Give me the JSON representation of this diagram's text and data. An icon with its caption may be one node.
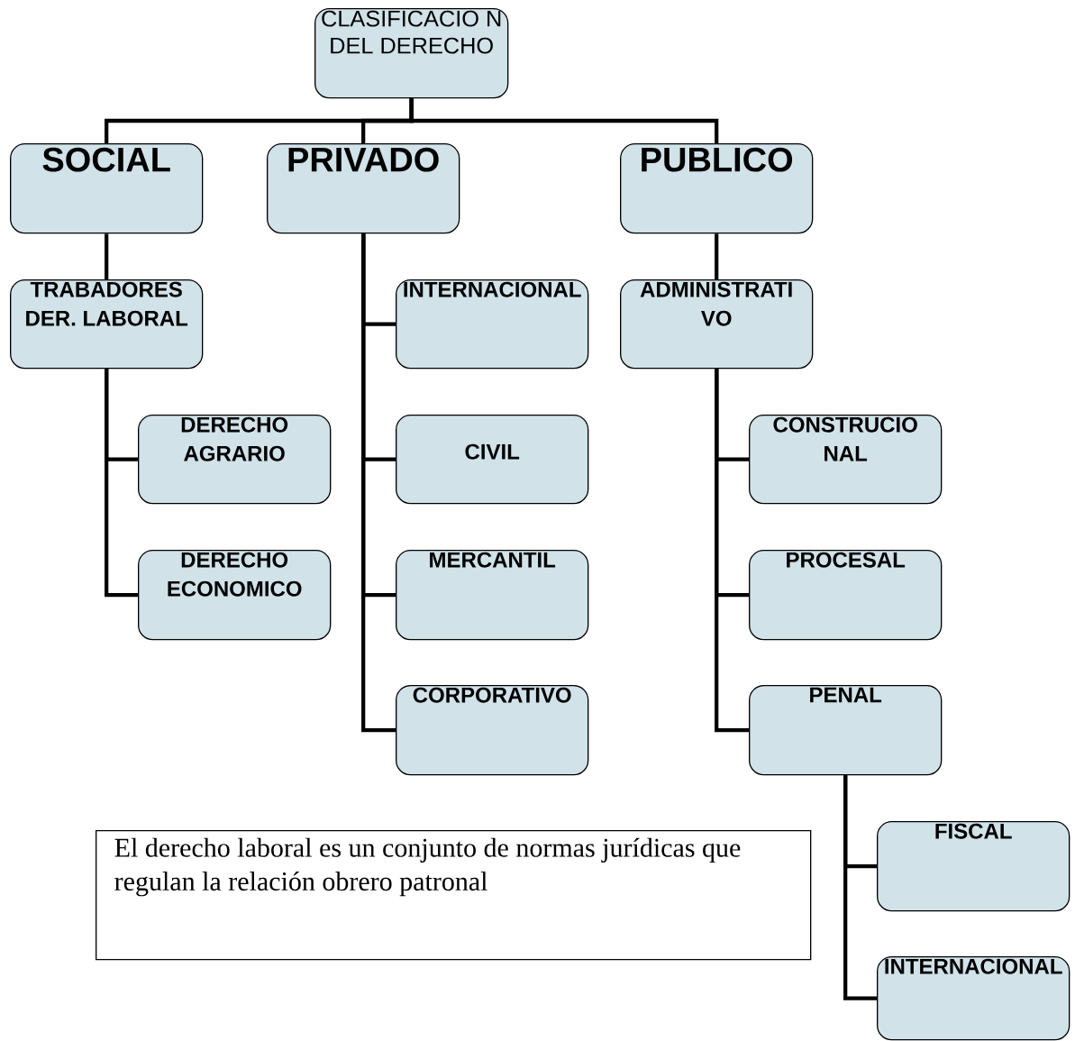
{
  "diagram": {
    "nodes": [
      {
        "text": [
          "CLASIFICACIO N DEL DERECHO"
        ]
      },
      {
        "text": [
          "SOCIAL"
        ]
      },
      {
        "text": [
          "PRIVADO"
        ]
      },
      {
        "text": [
          "PUBLICO"
        ]
      },
      {
        "text": [
          "TRABADORES DER. LABORAL"
        ]
      },
      {
        "text": [
          "INTERNACIONAL"
        ]
      },
      {
        "text": [
          "ADMINISTRATI VO"
        ]
      },
      {
        "text": [
          "DERECHO AGRARIO"
        ]
      },
      {
        "text": [
          "CIVIL"
        ]
      },
      {
        "text": [
          "CONSTRUCIO NAL"
        ]
      },
      {
        "text": [
          "DERECHO ECONOMICO"
        ]
      },
      {
        "text": [
          "MERCANTIL"
        ]
      },
      {
        "text": [
          "PROCESAL"
        ]
      },
      {
        "text": [
          "CORPORATIVO"
        ]
      },
      {
        "text": [
          "PENAL"
        ]
      },
      {
        "text": [
          "FISCAL"
        ]
      },
      {
        "text": [
          "El derecho laboral es un conjunto de normas jurídicas que regulan la relación obrero patronal"
        ]
      },
      {
        "text": [
          "INTERNACIONAL"
        ]
      }
    ],
    "edges": [
      {
        "from": 0,
        "to": 1,
        "arrow": "none"
      },
      {
        "from": 0,
        "to": 2,
        "arrow": "none"
      },
      {
        "from": 0,
        "to": 3,
        "arrow": "none"
      },
      {
        "from": 1,
        "to": 4,
        "arrow": "none"
      },
      {
        "from": 4,
        "to": 7,
        "arrow": "none"
      },
      {
        "from": 4,
        "to": 10,
        "arrow": "none"
      },
      {
        "from": 2,
        "to": 5,
        "arrow": "none"
      },
      {
        "from": 2,
        "to": 8,
        "arrow": "none"
      },
      {
        "from": 2,
        "to": 11,
        "arrow": "none"
      },
      {
        "from": 2,
        "to": 13,
        "arrow": "none"
      },
      {
        "from": 3,
        "to": 6,
        "arrow": "none"
      },
      {
        "from": 6,
        "to": 9,
        "arrow": "none"
      },
      {
        "from": 6,
        "to": 12,
        "arrow": "none"
      },
      {
        "from": 6,
        "to": 14,
        "arrow": "none"
      },
      {
        "from": 14,
        "to": 15,
        "arrow": "none"
      },
      {
        "from": 14,
        "to": 17,
        "arrow": "none"
      }
    ]
  }
}
